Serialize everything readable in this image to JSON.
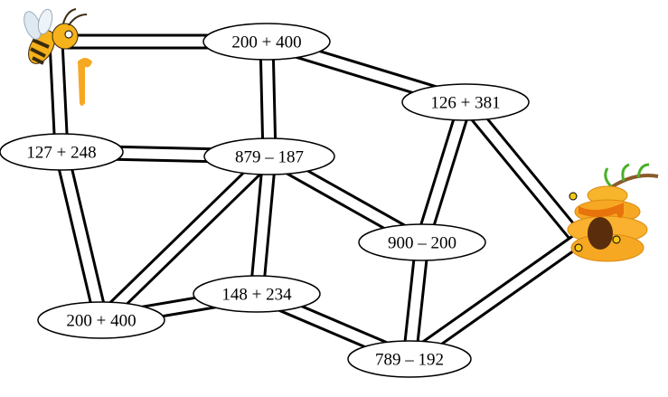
{
  "nodes": [
    {
      "id": "a",
      "label": "200 + 400"
    },
    {
      "id": "b",
      "label": "126 + 381"
    },
    {
      "id": "c",
      "label": "127 + 248"
    },
    {
      "id": "d",
      "label": "879 – 187"
    },
    {
      "id": "e",
      "label": "900 – 200"
    },
    {
      "id": "f",
      "label": "148 + 234"
    },
    {
      "id": "g",
      "label": "200 + 400"
    },
    {
      "id": "h",
      "label": "789 – 192"
    }
  ],
  "edges": [
    [
      "bee",
      "a"
    ],
    [
      "bee",
      "c"
    ],
    [
      "a",
      "d"
    ],
    [
      "a",
      "b"
    ],
    [
      "c",
      "d"
    ],
    [
      "c",
      "g"
    ],
    [
      "d",
      "g"
    ],
    [
      "d",
      "f"
    ],
    [
      "d",
      "e"
    ],
    [
      "b",
      "e"
    ],
    [
      "b",
      "hive"
    ],
    [
      "e",
      "h"
    ],
    [
      "f",
      "g"
    ],
    [
      "f",
      "h"
    ],
    [
      "h",
      "hive"
    ]
  ],
  "colors": {
    "road": "#000000",
    "node_fill": "#ffffff",
    "bee_yellow": "#f5b21a",
    "hive": "#f7a823"
  }
}
